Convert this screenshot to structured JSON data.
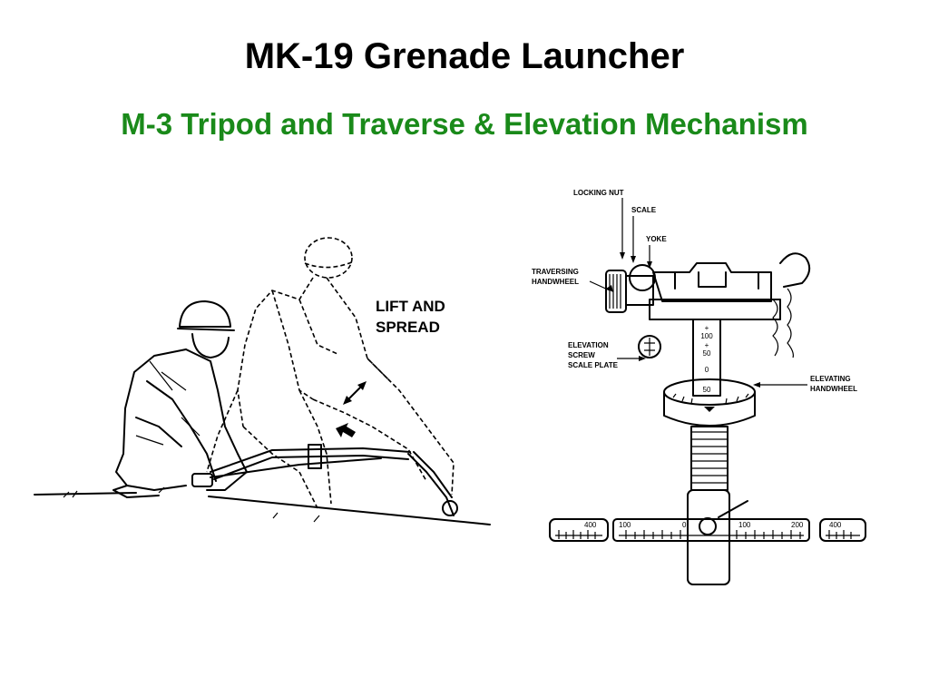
{
  "title": "MK-19 Grenade Launcher",
  "subtitle": "M-3 Tripod and Traverse & Elevation Mechanism",
  "left_figure": {
    "callout_line1": "LIFT AND",
    "callout_line2": "SPREAD"
  },
  "right_figure": {
    "labels": {
      "locking_nut": "LOCKING NUT",
      "scale": "SCALE",
      "yoke": "YOKE",
      "traversing_1": "TRAVERSING",
      "traversing_2": "HANDWHEEL",
      "elevation_1": "ELEVATION",
      "elevation_2": "SCREW",
      "elevation_3": "SCALE PLATE",
      "elevating_1": "ELEVATING",
      "elevating_2": "HANDWHEEL"
    },
    "screw_scale": [
      "+",
      "100",
      "+",
      "50",
      "0",
      "-",
      "50"
    ],
    "traverse_scale": {
      "left_block": "400",
      "center_left": "100",
      "center_zero": "0",
      "center_right": "100",
      "center_far": "200",
      "right_block": "400"
    }
  },
  "colors": {
    "title": "#000000",
    "subtitle": "#1a8a1a"
  }
}
